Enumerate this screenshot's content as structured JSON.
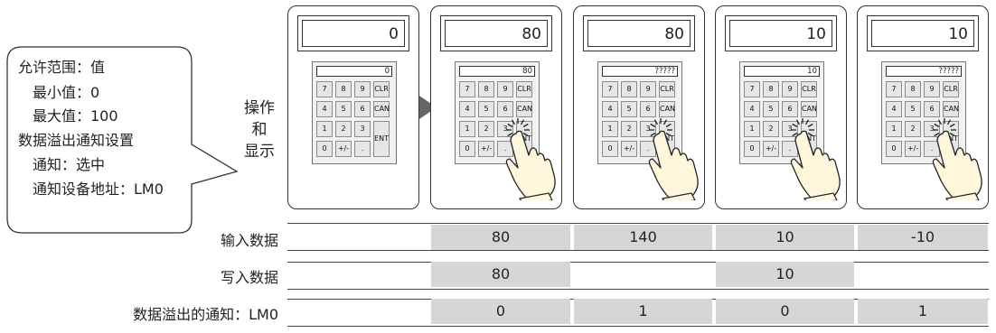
{
  "callout": {
    "lines": [
      "允许范围：值",
      "最小值：0",
      "最大值：100",
      "数据溢出通知设置",
      "通知：选中",
      "通知设备地址：LM0"
    ]
  },
  "side_label": [
    "操作",
    "和",
    "显示"
  ],
  "keypad_keys": [
    "7",
    "8",
    "9",
    "CLR",
    "4",
    "5",
    "6",
    "CAN",
    "1",
    "2",
    "3",
    "ENT",
    "0",
    "+/-",
    "."
  ],
  "panels": [
    {
      "display": "0",
      "keypad_display": "0",
      "pressing": false
    },
    {
      "display": "80",
      "keypad_display": "80",
      "pressing": true
    },
    {
      "display": "80",
      "keypad_display": "?????",
      "pressing": true
    },
    {
      "display": "10",
      "keypad_display": "10",
      "pressing": true
    },
    {
      "display": "10",
      "keypad_display": "?????",
      "pressing": true
    }
  ],
  "table": {
    "rows": [
      {
        "label": "输入数据",
        "values": [
          "",
          "80",
          "140",
          "10",
          "-10"
        ]
      },
      {
        "label": "写入数据",
        "values": [
          "",
          "80",
          "",
          "10",
          ""
        ]
      },
      {
        "label": "数据溢出的通知：LM0",
        "values": [
          "",
          "0",
          "1",
          "0",
          "1"
        ]
      }
    ]
  },
  "colors": {
    "cell_fill": "#d6d6d6",
    "arrow": "#666666",
    "hand_fill": "#fff6dc"
  }
}
